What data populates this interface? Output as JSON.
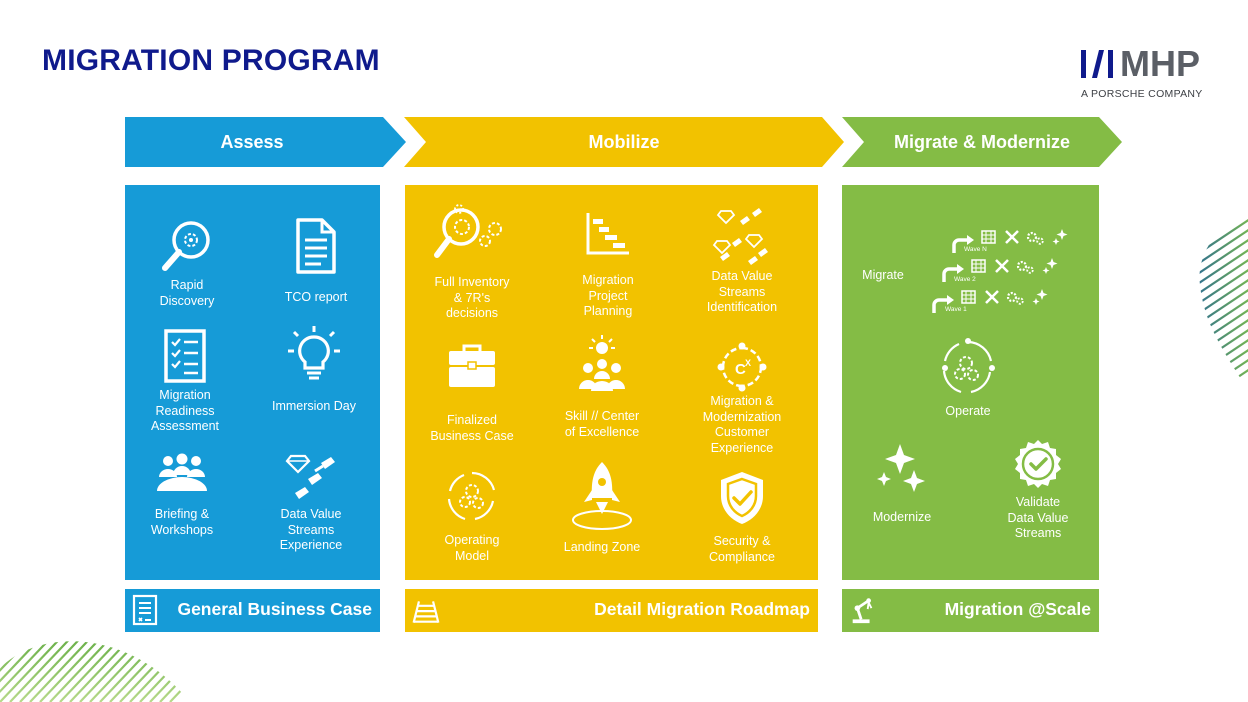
{
  "page": {
    "title": "MIGRATION PROGRAM"
  },
  "logo": {
    "word": "MHP",
    "tagline": "A PORSCHE COMPANY"
  },
  "phases": [
    {
      "label": "Assess",
      "color": "#169bd7"
    },
    {
      "label": "Mobilize",
      "color": "#f2c200"
    },
    {
      "label": "Migrate & Modernize",
      "color": "#84bc45"
    }
  ],
  "assess": {
    "items": [
      {
        "label": "Rapid\nDiscovery",
        "icon": "magnifier-gear-icon"
      },
      {
        "label": "TCO report",
        "icon": "document-icon"
      },
      {
        "label": "Migration\nReadiness\nAssessment",
        "icon": "checklist-icon"
      },
      {
        "label": "Immersion Day",
        "icon": "lightbulb-icon"
      },
      {
        "label": "Briefing &\nWorkshops",
        "icon": "group-icon"
      },
      {
        "label": "Data Value\nStreams\nExperience",
        "icon": "diamond-stream-icon"
      }
    ],
    "footer": "General Business Case",
    "footer_icon": "document-list-icon"
  },
  "mobilize": {
    "items": [
      {
        "label": "Full Inventory\n& 7R's\ndecisions",
        "icon": "magnifier-gears-icon"
      },
      {
        "label": "Migration\nProject\nPlanning",
        "icon": "gantt-icon"
      },
      {
        "label": "Data Value\nStreams\nIdentification",
        "icon": "diamond-streams-icon"
      },
      {
        "label": "Finalized\nBusiness Case",
        "icon": "briefcase-icon"
      },
      {
        "label": "Skill // Center\nof Excellence",
        "icon": "team-star-icon"
      },
      {
        "label": "Migration &\nModernization\nCustomer\nExperience",
        "icon": "cx-cycle-icon"
      },
      {
        "label": "Operating\nModel",
        "icon": "gears-cycle-icon"
      },
      {
        "label": "Landing Zone",
        "icon": "rocket-icon"
      },
      {
        "label": "Security &\nCompliance",
        "icon": "shield-check-icon"
      }
    ],
    "footer": "Detail Migration Roadmap",
    "footer_icon": "rail-track-icon"
  },
  "migrate": {
    "migrate_label": "Migrate",
    "waves": [
      "Wave N",
      "Wave 2",
      "Wave 1"
    ],
    "operate_label": "Operate",
    "modernize_label": "Modernize",
    "validate_label": "Validate\nData Value\nStreams",
    "footer": "Migration @Scale",
    "footer_icon": "robot-arm-icon"
  }
}
